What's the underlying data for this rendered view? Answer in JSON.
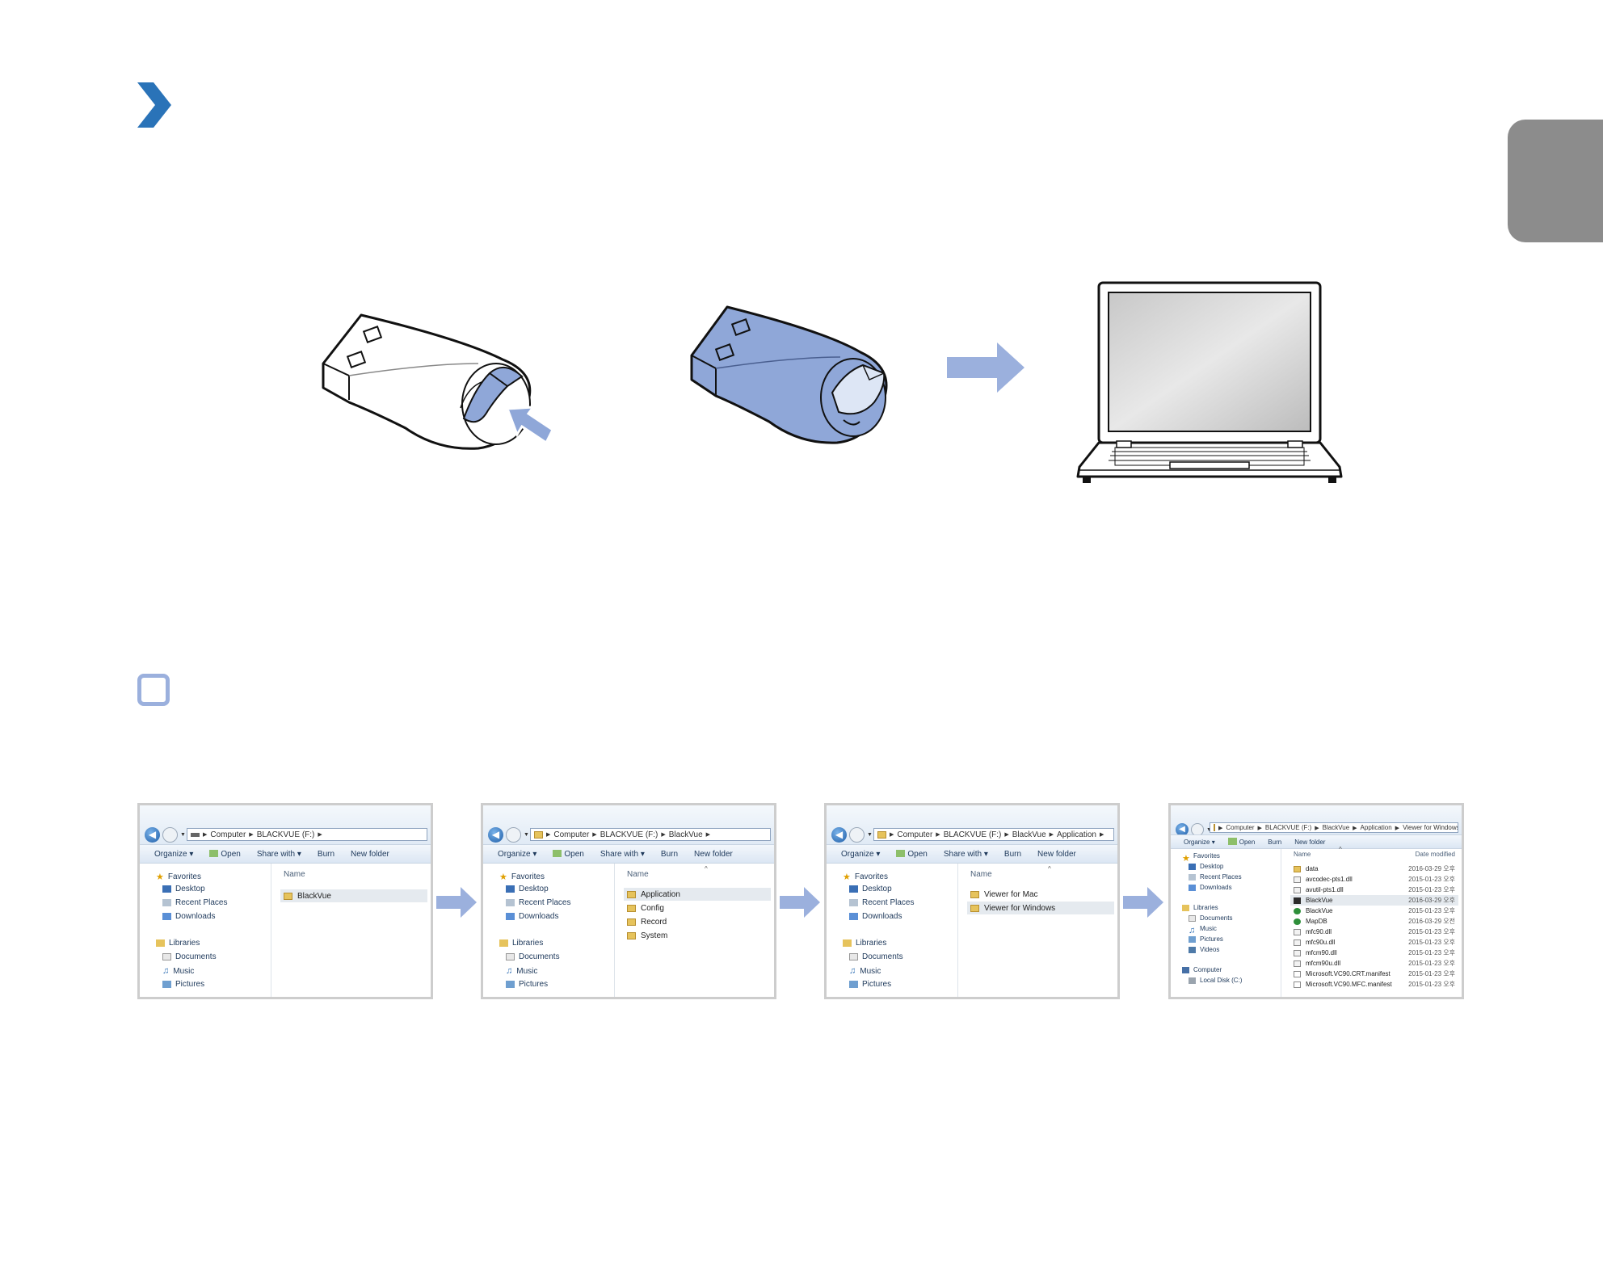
{
  "colors": {
    "accent_blue": "#2a73b8",
    "arrow_blue": "#9bb0dd",
    "side_tab_gray": "#8c8c8c",
    "highlight_blue": "#8fa7d8"
  },
  "screenshots": [
    {
      "address": [
        "Computer",
        "BLACKVUE (F:)"
      ],
      "toolbar": [
        "Organize",
        "Open",
        "Share with",
        "Burn",
        "New folder"
      ],
      "nav": {
        "favorites": "Favorites",
        "desktop": "Desktop",
        "recent": "Recent Places",
        "downloads": "Downloads",
        "libraries": "Libraries",
        "documents": "Documents",
        "music": "Music",
        "pictures": "Pictures"
      },
      "column_name": "Name",
      "files": [
        "BlackVue"
      ]
    },
    {
      "address": [
        "Computer",
        "BLACKVUE (F:)",
        "BlackVue"
      ],
      "toolbar": [
        "Organize",
        "Open",
        "Share with",
        "Burn",
        "New folder"
      ],
      "nav": {
        "favorites": "Favorites",
        "desktop": "Desktop",
        "recent": "Recent Places",
        "downloads": "Downloads",
        "libraries": "Libraries",
        "documents": "Documents",
        "music": "Music",
        "pictures": "Pictures"
      },
      "column_name": "Name",
      "files": [
        "Application",
        "Config",
        "Record",
        "System"
      ]
    },
    {
      "address": [
        "Computer",
        "BLACKVUE (F:)",
        "BlackVue",
        "Application"
      ],
      "toolbar": [
        "Organize",
        "Open",
        "Share with",
        "Burn",
        "New folder"
      ],
      "nav": {
        "favorites": "Favorites",
        "desktop": "Desktop",
        "recent": "Recent Places",
        "downloads": "Downloads",
        "libraries": "Libraries",
        "documents": "Documents",
        "music": "Music",
        "pictures": "Pictures"
      },
      "column_name": "Name",
      "files": [
        "Viewer for Mac",
        "Viewer for Windows"
      ]
    },
    {
      "address": [
        "Computer",
        "BLACKVUE (F:)",
        "BlackVue",
        "Application",
        "Viewer for Windows"
      ],
      "toolbar": [
        "Organize",
        "Open",
        "Burn",
        "New folder"
      ],
      "nav": {
        "favorites": "Favorites",
        "desktop": "Desktop",
        "recent": "Recent Places",
        "downloads": "Downloads",
        "libraries": "Libraries",
        "documents": "Documents",
        "music": "Music",
        "pictures": "Pictures",
        "videos": "Videos",
        "computer": "Computer",
        "local_disk": "Local Disk (C:)"
      },
      "column_name": "Name",
      "column_date": "Date modified",
      "files": [
        {
          "name": "data",
          "date": "2016-03-29 오후"
        },
        {
          "name": "avcodec-pts1.dll",
          "date": "2015-01-23 오후"
        },
        {
          "name": "avutil-pts1.dll",
          "date": "2015-01-23 오후"
        },
        {
          "name": "BlackVue",
          "date": "2016-03-29 오후"
        },
        {
          "name": "BlackVue",
          "date": "2015-01-23 오후"
        },
        {
          "name": "MapDB",
          "date": "2016-03-29 오전"
        },
        {
          "name": "mfc90.dll",
          "date": "2015-01-23 오후"
        },
        {
          "name": "mfc90u.dll",
          "date": "2015-01-23 오후"
        },
        {
          "name": "mfcm90.dll",
          "date": "2015-01-23 오후"
        },
        {
          "name": "mfcm90u.dll",
          "date": "2015-01-23 오후"
        },
        {
          "name": "Microsoft.VC90.CRT.manifest",
          "date": "2015-01-23 오후"
        },
        {
          "name": "Microsoft.VC90.MFC.manifest",
          "date": "2015-01-23 오후"
        }
      ]
    }
  ]
}
